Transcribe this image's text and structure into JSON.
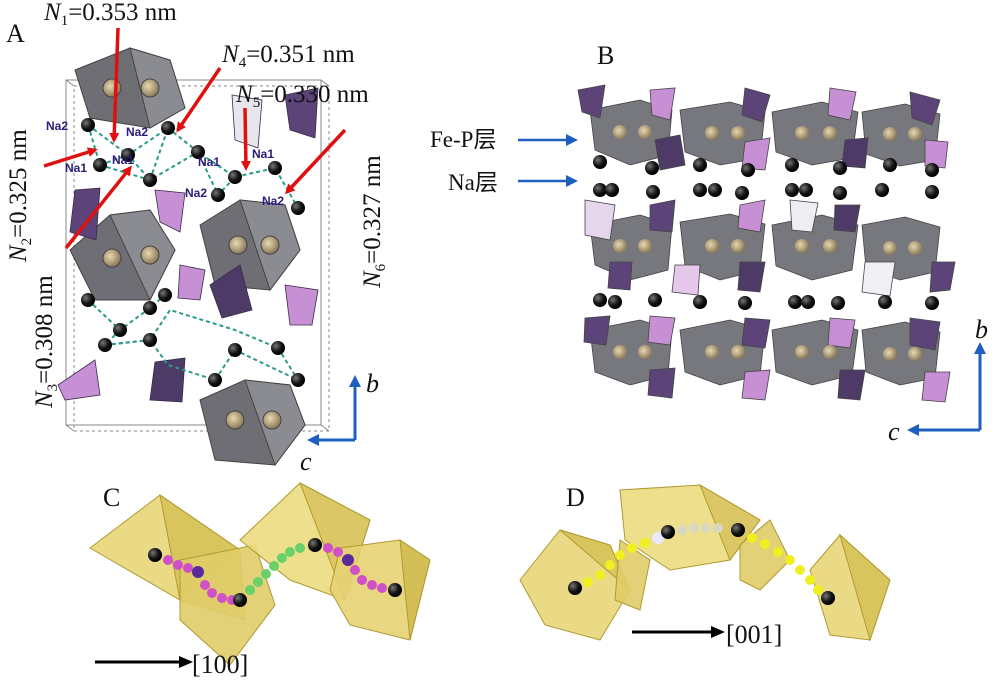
{
  "panels": {
    "A": {
      "letter": "A",
      "measurements": [
        {
          "sym": "N",
          "sub": "1",
          "val": "=0.353 nm"
        },
        {
          "sym": "N",
          "sub": "2",
          "val": "=0.325 nm"
        },
        {
          "sym": "N",
          "sub": "3",
          "val": "=0.308 nm"
        },
        {
          "sym": "N",
          "sub": "4",
          "val": "=0.351 nm"
        },
        {
          "sym": "N",
          "sub": "5",
          "val": "=0.330 nm"
        },
        {
          "sym": "N",
          "sub": "6",
          "val": "=0.327 nm"
        }
      ],
      "atom_labels": [
        "Na2",
        "Na2",
        "Na1",
        "Na1",
        "Na1",
        "Na1",
        "Na2",
        "Na2"
      ],
      "axes": {
        "up": "b",
        "left": "c"
      }
    },
    "B": {
      "letter": "B",
      "layers": [
        "Fe-P层",
        "Na层"
      ],
      "axes": {
        "up": "b",
        "left": "c"
      }
    },
    "C": {
      "letter": "C",
      "direction": "[100]"
    },
    "D": {
      "letter": "D",
      "direction": "[001]"
    }
  },
  "colors": {
    "arrow_red": "#e01010",
    "axis_blue": "#1f5fbf",
    "octahedron_gray": "#7a7a80",
    "tetrahedron_purple": "#6a4a8a",
    "tetrahedron_light": "#c48fd0",
    "na_atom": "#111111",
    "bond_teal": "#2a9a8a",
    "octahedron_yellow": "#e6d46a",
    "path_magenta": "#d050c8",
    "path_green": "#6ad06a",
    "path_yellow": "#f0f020"
  }
}
